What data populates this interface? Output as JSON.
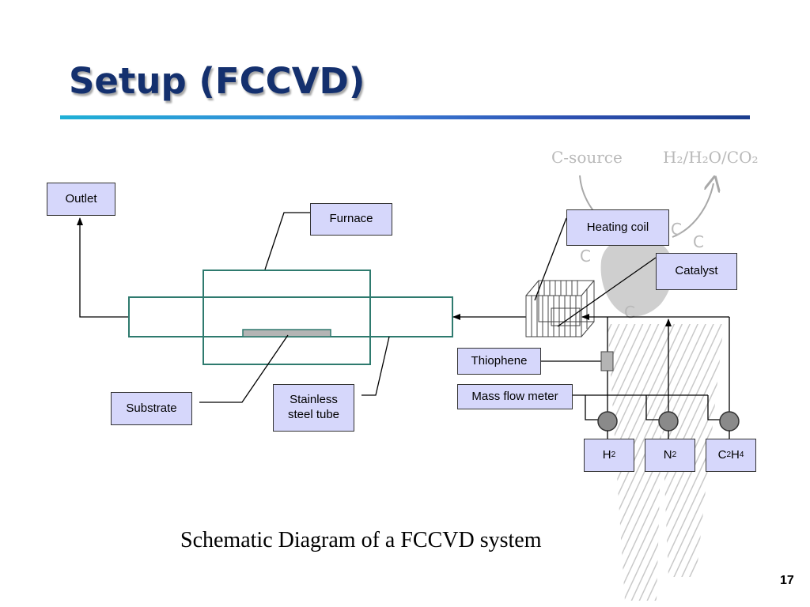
{
  "slide": {
    "title": "Setup (FCCVD)",
    "caption": "Schematic Diagram of a FCCVD system",
    "page_number": "17"
  },
  "background": {
    "c_source": "C-source",
    "gas_products": "H₂/H₂O/CO₂",
    "c_letters": [
      "C",
      "C",
      "C",
      "C"
    ]
  },
  "labels": {
    "outlet": "Outlet",
    "furnace": "Furnace",
    "heating_coil": "Heating coil",
    "catalyst": "Catalyst",
    "thiophene": "Thiophene",
    "mass_flow_meter": "Mass flow meter",
    "substrate": "Substrate",
    "stainless_line1": "Stainless",
    "stainless_line2": "steel tube"
  },
  "gases": [
    {
      "element": "H",
      "subscript": "2"
    },
    {
      "element": "N",
      "subscript": "2"
    },
    {
      "element": "C",
      "subscript": "2",
      "element2": "H",
      "subscript2": "4"
    }
  ],
  "colors": {
    "title": "#14306e",
    "label_fill": "#d6d7fb",
    "tube_stroke": "#2e7a6e",
    "substrate_fill": "#b4b4b4",
    "valve_fill": "#8a8a8a"
  }
}
